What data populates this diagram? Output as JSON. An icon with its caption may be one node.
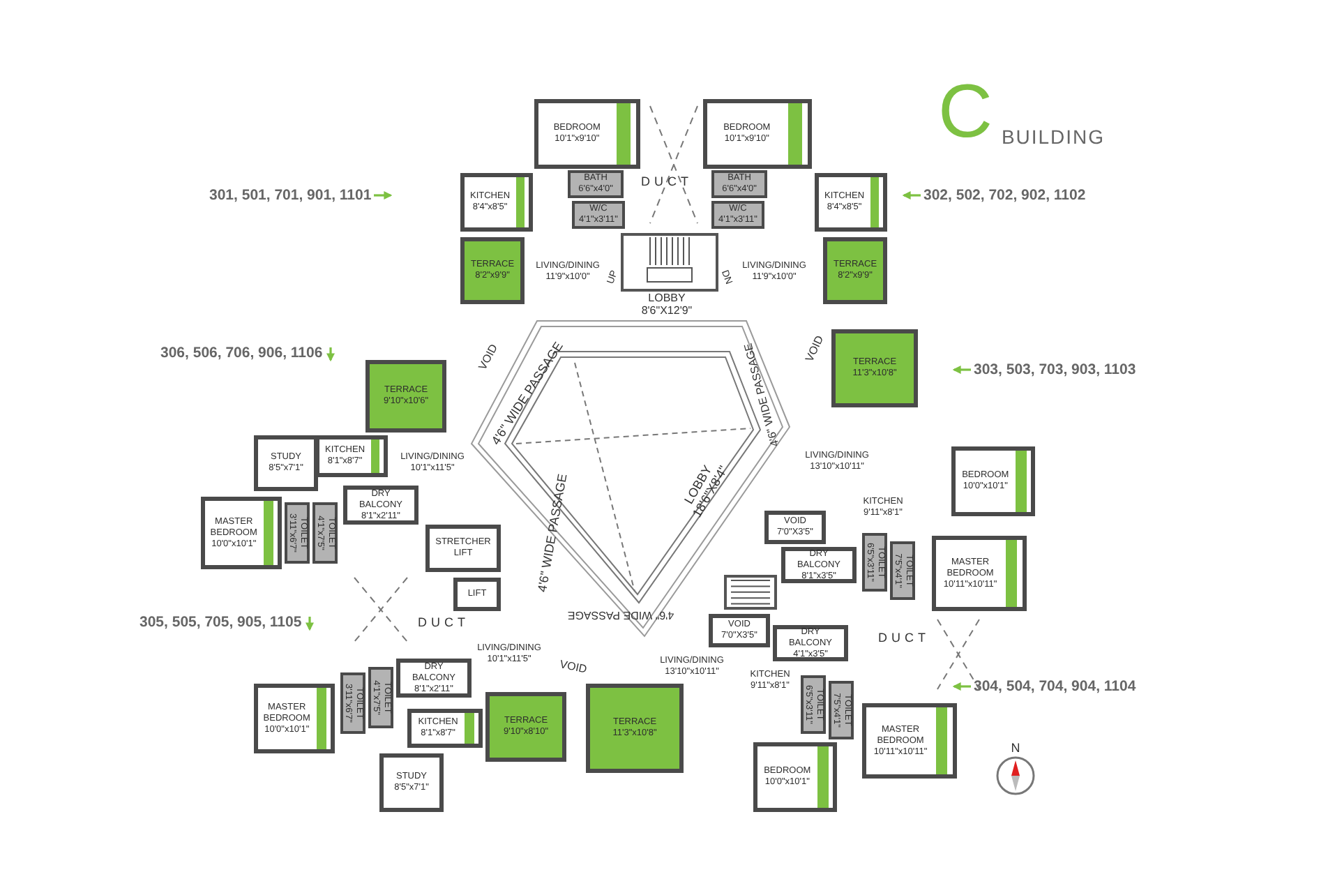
{
  "diagram": {
    "nodes": [
      {
        "text": [
          "BEDROOM",
          "10'1\"x9'10\""
        ]
      },
      {
        "text": [
          "BEDROOM",
          "10'1\"x9'10\""
        ]
      },
      {
        "text": [
          "BATH",
          "6'6\"x4'0\""
        ]
      },
      {
        "text": [
          "W/C",
          "4'1\"x3'11\""
        ]
      },
      {
        "text": [
          "BATH",
          "6'6\"x4'0\""
        ]
      },
      {
        "text": [
          "W/C",
          "4'1\"x3'11\""
        ]
      },
      {
        "text": [
          "KITCHEN",
          "8'4\"x8'5\""
        ]
      },
      {
        "text": [
          "KITCHEN",
          "8'4\"x8'5\""
        ]
      },
      {
        "text": [
          "TERRACE",
          "8'2\"x9'9\""
        ]
      },
      {
        "text": [
          "LIVING/DINING",
          "11'9\"x10'0\""
        ]
      },
      {
        "text": [
          "LIVING/DINING",
          "11'9\"x10'0\""
        ]
      },
      {
        "text": [
          "TERRACE",
          "8'2\"x9'9\""
        ]
      },
      {
        "text": [
          "TERRACE",
          "9'10\"x10'6\""
        ]
      },
      {
        "text": [
          "STUDY",
          "8'5\"x7'1\""
        ]
      },
      {
        "text": [
          "KITCHEN",
          "8'1\"x8'7\""
        ]
      },
      {
        "text": [
          "LIVING/DINING",
          "10'1\"x11'5\""
        ]
      },
      {
        "text": [
          "MASTER BEDROOM",
          "10'0\"x10'1\""
        ]
      },
      {
        "text": [
          "TOILET",
          "3'11\"x6'7\""
        ]
      },
      {
        "text": [
          "TOILET",
          "4'1\"x7'5\""
        ]
      },
      {
        "text": [
          "DRY BALCONY",
          "8'1\"x2'11\""
        ]
      },
      {
        "text": [
          "STRETCHER LIFT"
        ]
      },
      {
        "text": [
          "LIFT"
        ]
      },
      {
        "text": [
          "LIVING/DINING",
          "10'1\"x11'5\""
        ]
      },
      {
        "text": [
          "DRY BALCONY",
          "8'1\"x2'11\""
        ]
      },
      {
        "text": [
          "MASTER BEDROOM",
          "10'0\"x10'1\""
        ]
      },
      {
        "text": [
          "TOILET",
          "3'11\"x6'7\""
        ]
      },
      {
        "text": [
          "TOILET",
          "4'1\"x7'5\""
        ]
      },
      {
        "text": [
          "KITCHEN",
          "8'1\"x8'7\""
        ]
      },
      {
        "text": [
          "TERRACE",
          "9'10\"x8'10\""
        ]
      },
      {
        "text": [
          "STUDY",
          "8'5\"x7'1\""
        ]
      },
      {
        "text": [
          "TERRACE",
          "11'3\"x10'8\""
        ]
      },
      {
        "text": [
          "LIVING/DINING",
          "13'10\"x10'11\""
        ]
      },
      {
        "text": [
          "KITCHEN",
          "9'11\"x8'1\""
        ]
      },
      {
        "text": [
          "VOID",
          "7'0\"X3'5\""
        ]
      },
      {
        "text": [
          "DRY BALCONY",
          "4'1\"x3'5\""
        ]
      },
      {
        "text": [
          "TOILET",
          "6'5\"x3'11\""
        ]
      },
      {
        "text": [
          "TOILET",
          "7'5\"x4'1\""
        ]
      },
      {
        "text": [
          "MASTER BEDROOM",
          "10'11\"x10'11\""
        ]
      },
      {
        "text": [
          "BEDROOM",
          "10'0\"x10'1\""
        ]
      },
      {
        "text": [
          "TERRACE",
          "11'3\"x10'8\""
        ]
      },
      {
        "text": [
          "LIVING/DINING",
          "13'10\"x10'11\""
        ]
      },
      {
        "text": [
          "KITCHEN",
          "9'11\"x8'1\""
        ]
      },
      {
        "text": [
          "BEDROOM",
          "10'0\"x10'1\""
        ]
      },
      {
        "text": [
          "VOID",
          "7'0\"X3'5\""
        ]
      },
      {
        "text": [
          "DRY BALCONY",
          "8'1\"x3'5\""
        ]
      },
      {
        "text": [
          "TOILET",
          "6'5\"x3'11\""
        ]
      },
      {
        "text": [
          "TOILET",
          "7'5\"x4'1\""
        ]
      },
      {
        "text": [
          "MASTER BEDROOM",
          "10'11\"x10'11\""
        ]
      },
      {
        "text": [
          "301, 501, 701, 901, 1101"
        ]
      },
      {
        "text": [
          "302, 502, 702, 902, 1102"
        ]
      },
      {
        "text": [
          "306, 506, 706, 906, 1106"
        ]
      },
      {
        "text": [
          "303, 503, 703, 903, 1103"
        ]
      },
      {
        "text": [
          "305, 505, 705, 905, 1105"
        ]
      },
      {
        "text": [
          "304, 504, 704, 904, 1104"
        ]
      }
    ],
    "labels": [
      "C",
      "BUILDING",
      "DUCT",
      "UP",
      "DN",
      "LOBBY 8'6\"X12'9\"",
      "VOID",
      "4'6\" WIDE PASSAGE",
      "VOID",
      "4'6\" WIDE PASSAGE",
      "4'6\" WIDE PASSAGE",
      "DUCT",
      "LOBBY 18'6\"X8'4\"",
      "4'6\" WIDE PASSAGE",
      "VOID",
      "DUCT",
      "N"
    ]
  }
}
